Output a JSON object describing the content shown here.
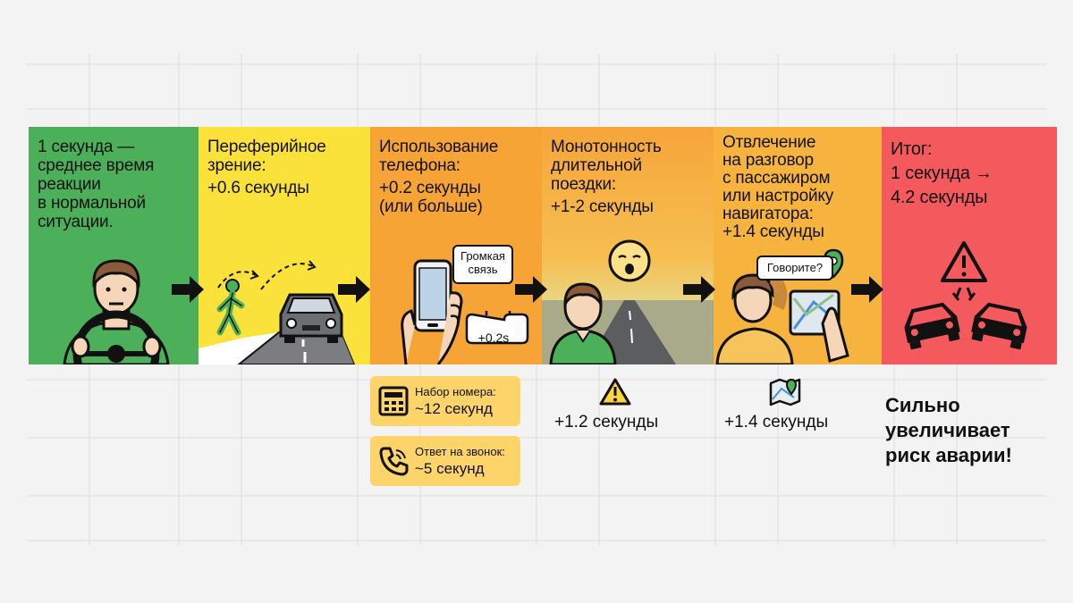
{
  "colors": {
    "green": "#4cb05a",
    "yellow": "#fbe23a",
    "orange": "#f7a437",
    "amber": "#f6b33e",
    "red": "#f45a5d",
    "card": "#fcd46a"
  },
  "panels": [
    {
      "lines": [
        "1 секунда —",
        "среднее время",
        "реакции",
        "в нормальной",
        "ситуации."
      ],
      "value": ""
    },
    {
      "lines": [
        "Переферийное",
        "зрение:"
      ],
      "value": "+0.6 секунды"
    },
    {
      "lines": [
        "Использование",
        "телефона:"
      ],
      "value": "+0.2 секунды",
      "value2": "(или больше)",
      "bubble": [
        "Громкая",
        "связь"
      ],
      "badge": "+0.2s"
    },
    {
      "lines": [
        "Монотонность",
        "длительной",
        "поездки:"
      ],
      "value": "+1-2 секунды"
    },
    {
      "lines": [
        "Отвлечение",
        "на разговор",
        "с пассажиром",
        "или настройку",
        "навигатора:"
      ],
      "value": "+1.4 секунды",
      "bubble": "Говорите?"
    },
    {
      "lines": [
        "Итог:",
        "1 секунда →",
        "4.2 секунды"
      ],
      "value": ""
    }
  ],
  "phone_cards": [
    {
      "label": "Набор номера:",
      "value": "~12 секунд",
      "icon": "calculator-icon"
    },
    {
      "label": "Ответ на звонок:",
      "value": "~5 секунд",
      "icon": "phone-icon"
    }
  ],
  "below": {
    "monotony": "+1.2 секунды",
    "distraction": "+1.4 секунды"
  },
  "warning": [
    "Сильно",
    "увеличивает",
    "риск аварии!"
  ]
}
